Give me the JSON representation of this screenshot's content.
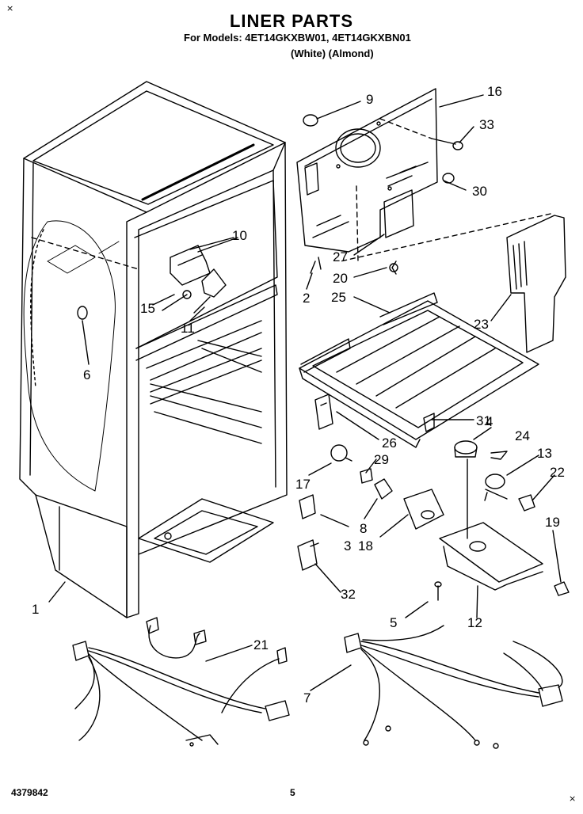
{
  "header": {
    "title": "LINER PARTS",
    "models_line": "For Models: 4ET14GKXBW01, 4ET14GKXBN01",
    "colors_line": "(White)   (Almond)"
  },
  "footer": {
    "doc_number": "4379842",
    "page_number": "5"
  },
  "part_labels": [
    {
      "id": "1",
      "text": "1"
    },
    {
      "id": "2",
      "text": "2"
    },
    {
      "id": "3",
      "text": "3"
    },
    {
      "id": "4",
      "text": "4"
    },
    {
      "id": "5",
      "text": "5"
    },
    {
      "id": "6",
      "text": "6"
    },
    {
      "id": "7",
      "text": "7"
    },
    {
      "id": "8",
      "text": "8"
    },
    {
      "id": "9",
      "text": "9"
    },
    {
      "id": "10",
      "text": "10"
    },
    {
      "id": "11",
      "text": "11"
    },
    {
      "id": "12",
      "text": "12"
    },
    {
      "id": "13",
      "text": "13"
    },
    {
      "id": "15",
      "text": "15"
    },
    {
      "id": "16",
      "text": "16"
    },
    {
      "id": "17",
      "text": "17"
    },
    {
      "id": "18",
      "text": "18"
    },
    {
      "id": "19",
      "text": "19"
    },
    {
      "id": "20",
      "text": "20"
    },
    {
      "id": "21",
      "text": "21"
    },
    {
      "id": "22",
      "text": "22"
    },
    {
      "id": "23",
      "text": "23"
    },
    {
      "id": "24",
      "text": "24"
    },
    {
      "id": "25",
      "text": "25"
    },
    {
      "id": "26",
      "text": "26"
    },
    {
      "id": "27",
      "text": "27"
    },
    {
      "id": "29",
      "text": "29"
    },
    {
      "id": "30",
      "text": "30"
    },
    {
      "id": "31",
      "text": "31"
    },
    {
      "id": "32",
      "text": "32"
    },
    {
      "id": "33",
      "text": "33"
    }
  ]
}
